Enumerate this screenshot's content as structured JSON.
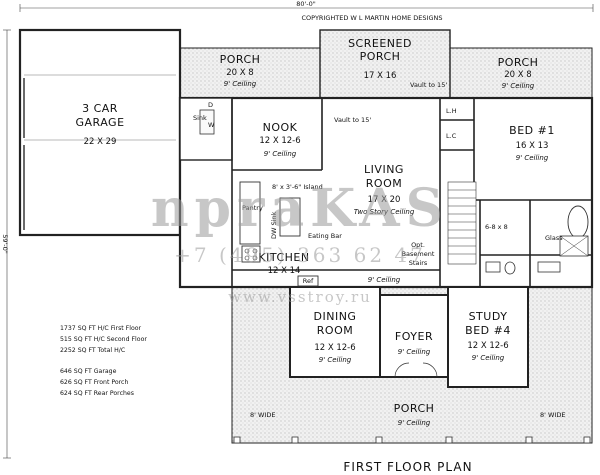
{
  "header": {
    "overall_width": "80'-0\"",
    "overall_depth": "59'-0\"",
    "copyright": "COPYRIGHTED W L MARTIN HOME DESIGNS"
  },
  "rooms": {
    "garage": {
      "name_line1": "3 CAR",
      "name_line2": "GARAGE",
      "size": "22 X 29"
    },
    "screened_porch": {
      "name_line1": "SCREENED",
      "name_line2": "PORCH",
      "size": "17 X 16"
    },
    "porch_left": {
      "name": "PORCH",
      "size": "20 X 8",
      "ceiling": "9' Ceiling"
    },
    "porch_right": {
      "name": "PORCH",
      "size": "20 X 8",
      "ceiling": "9' Ceiling"
    },
    "nook": {
      "name": "NOOK",
      "size": "12 X 12-6",
      "ceiling": "9' Ceiling"
    },
    "living": {
      "name_line1": "LIVING",
      "name_line2": "ROOM",
      "size": "17 X 20",
      "ceiling": "Two Story Ceiling"
    },
    "bed1": {
      "name": "BED #1",
      "size": "16 X 13",
      "ceiling": "9' Ceiling"
    },
    "kitchen": {
      "name": "KITCHEN",
      "size": "12 X 14"
    },
    "dining": {
      "name_line1": "DINING",
      "name_line2": "ROOM",
      "size": "12 X 12-6",
      "ceiling": "9' Ceiling"
    },
    "foyer": {
      "name": "FOYER",
      "ceiling": "9' Ceiling"
    },
    "study": {
      "name_line1": "STUDY",
      "name_line2": "BED #4",
      "size": "12 X 12-6",
      "ceiling": "9' Ceiling"
    },
    "front_porch": {
      "name": "PORCH",
      "ceiling": "9' Ceiling"
    }
  },
  "labels": {
    "vault_left": "Vault to 15'",
    "vault_right": "Vault to 15'",
    "sink": "Sink",
    "island": "8' x 3'-6\" Island",
    "pantry": "Pantry",
    "eating_bar": "Eating Bar",
    "dw_sink": "DW Sink",
    "opt_stairs_1": "Opt.",
    "opt_stairs_2": "Basement",
    "opt_stairs_3": "Stairs",
    "ref": "Ref",
    "ceiling_9": "9' Ceiling",
    "closet_lh": "L.H",
    "closet_lc": "L.C",
    "closet_wic": "6-8 x 8",
    "glass": "Glass",
    "wide_left": "8' WIDE",
    "wide_right": "8' WIDE",
    "d": "D",
    "w": "W"
  },
  "stats": [
    "1737 SQ FT H/C First Floor",
    "515 SQ FT H/C Second Floor",
    "2252 SQ FT Total H/C",
    "646 SQ FT Garage",
    "626 SQ FT Front Porch",
    "624 SQ FT Rear Porches"
  ],
  "watermark": {
    "logo": "npraKAS",
    "phone": "+7 (495) 363 62 47",
    "url": "www.vsstroy.ru"
  },
  "footer": {
    "title": "FIRST FLOOR PLAN"
  }
}
